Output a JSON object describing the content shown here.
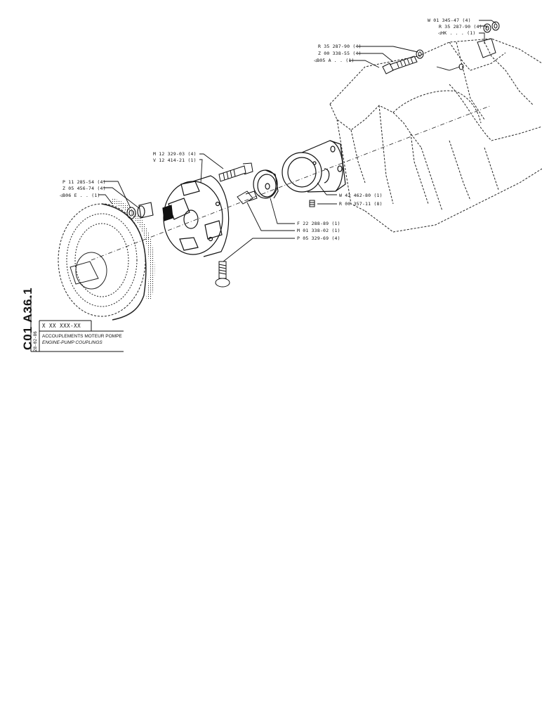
{
  "parts": {
    "w01_345": "W 01 345-47 (4)",
    "r35_287_a": "R 35 287-90 (4)",
    "hk": "◁HK . . . (1)",
    "r35_287_b": "R 35 287-90 (4)",
    "z00_338": "Z 00 338-55 (4)",
    "b05": "◁B05 A . . (1)",
    "m12_329": "M 12 329-03 (4)",
    "v12_414": "V 12 414-21 (1)",
    "p11_285": "P 11 285-54 (4)",
    "z05_456": "Z 05 456-74 (4)",
    "b06": "◁B06 E . . (1)",
    "w42_462": "W 42 462-80 (1)",
    "r00_357": "R 00 357-11 (8)",
    "f22_288": "F 22 288-89 (1)",
    "m01_338": "M 01 338-02 (1)",
    "p05_329": "P 05 329-69 (4)"
  },
  "title_block": {
    "code": "C01 A36.1",
    "date": "28-02-86",
    "ref": "X XX XXX-XX",
    "title_fr": "ACCOUPLEMENTS MOTEUR POMPE",
    "title_en": "ENGINE-PUMP COUPLINGS"
  }
}
